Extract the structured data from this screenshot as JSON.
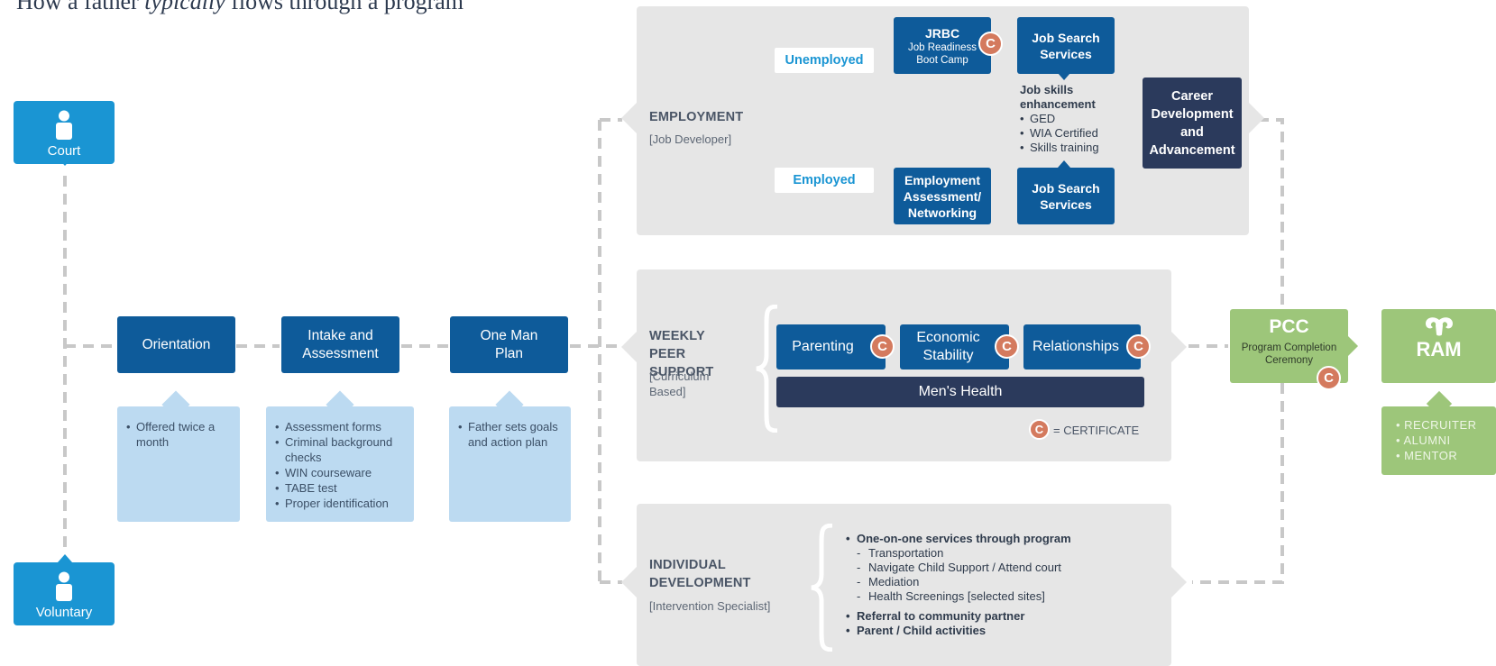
{
  "title": {
    "prefix": "How a father ",
    "emph": "typically",
    "suffix": " flows through a program"
  },
  "sources": {
    "court": "Court",
    "voluntary": "Voluntary"
  },
  "steps": [
    {
      "label": "Orientation",
      "notes": [
        "Offered twice a month"
      ]
    },
    {
      "label": "Intake and Assessment",
      "notes": [
        "Assessment forms",
        "Criminal background checks",
        "WIN courseware",
        "TABE test",
        "Proper identification"
      ]
    },
    {
      "label": "One Man Plan",
      "notes": [
        "Father sets goals and action plan"
      ]
    }
  ],
  "employment": {
    "heading": "EMPLOYMENT",
    "role": "[Job Developer]",
    "unemployed": "Unemployed",
    "employed": "Employed",
    "jrbc_title": "JRBC",
    "jrbc_sub": "Job Readiness Boot Camp",
    "job_search_1": "Job Search Services",
    "job_search_2": "Job Search Services",
    "assessment": "Employment Assessment/ Networking",
    "career": "Career Development and Advancement",
    "skills_head": "Job skills enhancement",
    "skills": [
      "GED",
      "WIA Certified",
      "Skills training"
    ]
  },
  "peer": {
    "heading": "WEEKLY PEER SUPPORT",
    "role": "[Curriculum Based]",
    "modules": [
      "Parenting",
      "Economic Stability",
      "Relationships"
    ],
    "mens_health": "Men's Health",
    "legend_glyph": "C",
    "legend_text": "= CERTIFICATE"
  },
  "individual": {
    "heading": "INDIVIDUAL DEVELOPMENT",
    "role": "[Intervention Specialist]",
    "item1": "One-on-one services through program",
    "subs": [
      "Transportation",
      "Navigate Child Support / Attend court",
      "Mediation",
      "Health Screenings [selected sites]"
    ],
    "item2": "Referral to community partner",
    "item3": "Parent / Child activities"
  },
  "pcc": {
    "abbr": "PCC",
    "full": "Program Completion Ceremony"
  },
  "ram": {
    "label": "RAM",
    "roles": [
      "RECRUITER",
      "ALUMNI",
      "MENTOR"
    ]
  },
  "cert_glyph": "C",
  "colors": {
    "light_blue": "#1a95d3",
    "dark_blue": "#0e5b9a",
    "navy": "#2b3a5c",
    "note_blue": "#bcdaf1",
    "panel_grey": "#e6e6e6",
    "green": "#9dc67a",
    "certificate": "#d47a5e"
  },
  "icons": {
    "person": "person-icon",
    "ram": "ram-head-icon"
  }
}
